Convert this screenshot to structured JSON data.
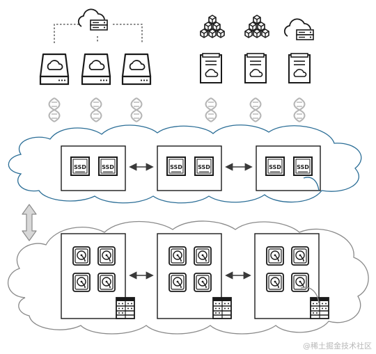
{
  "diagram": {
    "ssd_label": "SSD",
    "watermark": "@稀土掘金技术社区",
    "colors": {
      "line": "#1a1a1a",
      "cloud_blue": "#2a6d96",
      "cloud_gray": "#8a8a8a",
      "double_arrow_fill": "#d8d8d8",
      "helix": "#b5b5b5"
    },
    "top_left_group": {
      "cloud_server_icon": "cloud-server-icon",
      "client_icon": "cloud-drive-icon",
      "client_count": 3
    },
    "top_right_group": {
      "icons": [
        "stacked-cubes-icon",
        "stacked-cubes-icon",
        "cloud-server-icon"
      ],
      "document_icon": "cloud-document-icon"
    },
    "fast_tier": {
      "node_count": 3,
      "drives_per_node": 2,
      "drive_icon": "ssd-icon"
    },
    "slow_tier": {
      "node_count": 3,
      "drives_per_node": 4,
      "drive_icon": "hard-disk-icon",
      "server_icon": "server-rack-icon"
    }
  }
}
